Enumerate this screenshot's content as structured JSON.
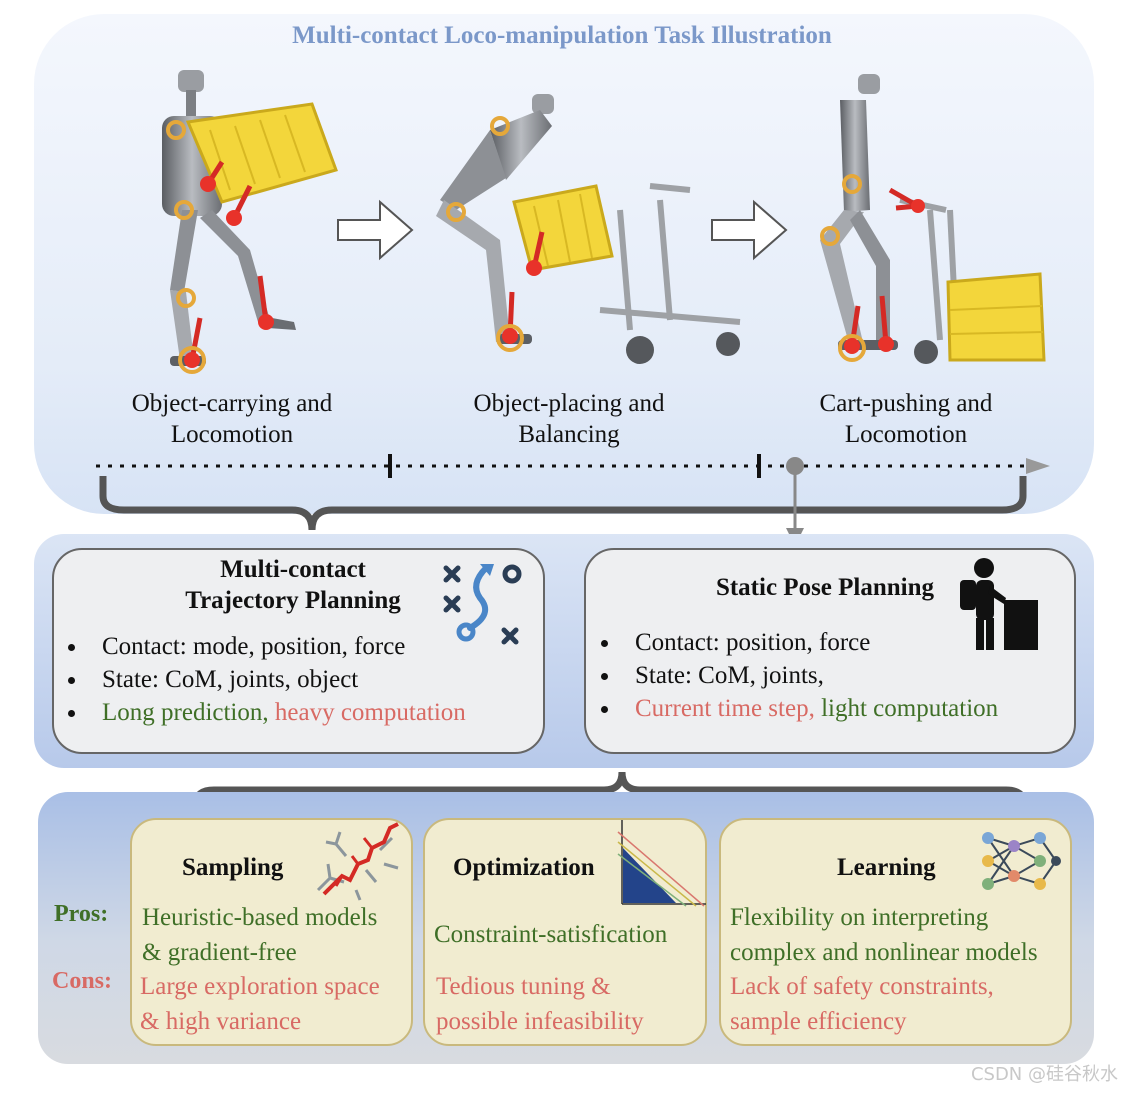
{
  "title": "Multi-contact Loco-manipulation Task Illustration",
  "stages": [
    {
      "line1": "Object-carrying and",
      "line2": "Locomotion"
    },
    {
      "line1": "Object-placing and",
      "line2": "Balancing"
    },
    {
      "line1": "Cart-pushing and",
      "line2": "Locomotion"
    }
  ],
  "trajectory": {
    "title_line1": "Multi-contact",
    "title_line2": "Trajectory Planning",
    "b1": "Contact: mode, position, force",
    "b2": "State: CoM, joints, object",
    "b3_green": "Long prediction,",
    "b3_red": "heavy computation"
  },
  "static_pose": {
    "title": "Static Pose Planning",
    "b1": "Contact: position, force",
    "b2": "State: CoM, joints,",
    "b3_red": "Current time step,",
    "b3_green": "light computation"
  },
  "pros_label": "Pros:",
  "cons_label": "Cons:",
  "methods": [
    {
      "name": "Sampling",
      "pro1": "Heuristic-based models",
      "pro2": "& gradient-free",
      "con1": "Large exploration space",
      "con2": "& high variance"
    },
    {
      "name": "Optimization",
      "pro1": "Constraint-satisfication",
      "con1": "Tedious tuning &",
      "con2": "possible infeasibility"
    },
    {
      "name": "Learning",
      "pro1": "Flexibility on interpreting",
      "pro2": "complex and nonlinear models",
      "con1": "Lack of safety constraints,",
      "con2": "sample efficiency"
    }
  ],
  "watermark": "CSDN @硅谷秋水",
  "colors": {
    "title": "#7b98c9",
    "pro": "#3f6f27",
    "con": "#d86a64",
    "contact_arrow": "#d42a25",
    "contact_point": "#e5a83a",
    "basket": "#f3d63b"
  }
}
